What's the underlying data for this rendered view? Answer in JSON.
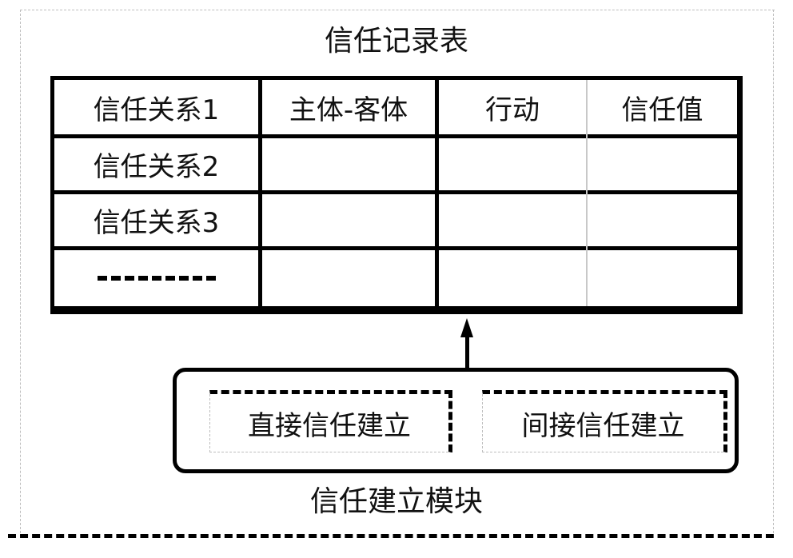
{
  "diagram": {
    "record_table": {
      "title": "信任记录表",
      "columns": [
        "信任关系1",
        "主体-客体",
        "行动",
        "信任值"
      ],
      "rows": [
        {
          "label": "信任关系2"
        },
        {
          "label": "信任关系3"
        },
        {
          "label": "",
          "ellipsis": "dashed-line"
        }
      ]
    },
    "module": {
      "label": "信任建立模块",
      "submodules": [
        {
          "label": "直接信任建立"
        },
        {
          "label": "间接信任建立"
        }
      ]
    },
    "edges": [
      {
        "from": "信任建立模块",
        "to": "信任记录表",
        "type": "arrow"
      }
    ]
  }
}
